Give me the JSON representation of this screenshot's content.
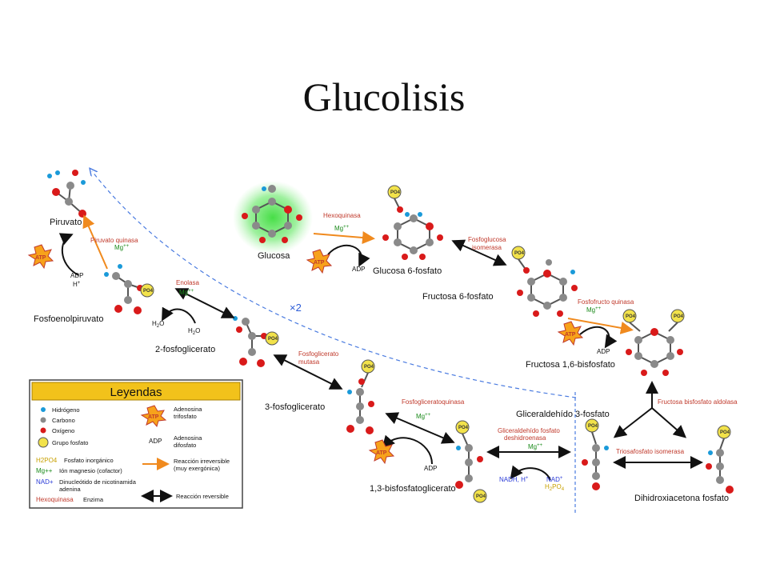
{
  "title": "Glucolisis",
  "compounds": {
    "piruvato": "Piruvato",
    "glucosa": "Glucosa",
    "glucosa6p": "Glucosa 6-fosfato",
    "fructosa6p": "Fructosa 6-fosfato",
    "fructosa16bp": "Fructosa 1,6-bisfosfato",
    "fosfoenolpiruvato": "Fosfoenolpiruvato",
    "fosfoglicerato2": "2-fosfoglicerato",
    "fosfoglicerato3": "3-fosfoglicerato",
    "bisfosfoglicerato13": "1,3-bisfosfatoglicerato",
    "gliceraldehido3p": "Gliceraldehído 3-fosfato",
    "dihidroxiacetona": "Dihidroxiacetona fosfato"
  },
  "enzymes": {
    "hexoquinasa": "Hexoquinasa",
    "fosfoglucosa_1": "Fosfoglucosa",
    "fosfoglucosa_2": "isomerasa",
    "fosfofructo": "Fosfofructo quinasa",
    "aldolasa": "Fructosa bisfosfato aldolasa",
    "triosafosfato": "Triosafosfato isomerasa",
    "gapdh_1": "Gliceraldehído fosfato",
    "gapdh_2": "deshidroenasa",
    "fosfogliceratoquinasa": "Fosfogliceratoquinasa",
    "mutasa_1": "Fosfoglicerato",
    "mutasa_2": "mutasa",
    "enolasa": "Enolasa",
    "piruvato_quinasa": "Piruvato quinasa"
  },
  "cofactors": {
    "mg": "Mg",
    "mg_sup": "++",
    "atp": "ATP",
    "adp": "ADP",
    "h": "H",
    "h_sup": "+",
    "h2o_h": "H",
    "h2o_2": "2",
    "h2o_o": "O",
    "nad": "NAD",
    "nad_sup": "+",
    "nadh": "NADH, H",
    "h2po4_h": "H",
    "h2po4_2": "2",
    "h2po4_po": "PO",
    "h2po4_4": "4",
    "x2": "×2",
    "po4": "PO4"
  },
  "legend": {
    "title": "Leyendas",
    "hidrogeno": "Hidrógeno",
    "carbono": "Carbono",
    "oxigeno": "Oxígeno",
    "grupo_fosfato": "Grupo fosfato",
    "fosfato_inorganico": "Fosfato inorgánico",
    "ion_magnesio": "Ión magnesio (cofactor)",
    "dinucleotido_1": "Dinucleótido de nicotinamida",
    "dinucleotido_2": "adenina",
    "enzima": "Enzima",
    "adenosina_tri_1": "Adenosina",
    "adenosina_tri_2": "trifosfato",
    "adenosina_di_1": "Adenosina",
    "adenosina_di_2": "difosfato",
    "irreversible_1": "Reacción irreversible",
    "irreversible_2": "(muy exergónica)",
    "reversible": "Reacción reversible",
    "sample_h2po4": "H2PO4",
    "sample_mg": "Mg++",
    "sample_nad": "NAD+",
    "sample_hexo": "Hexoquinasa",
    "sample_atp": "ATP",
    "sample_adp": "ADP"
  },
  "colors": {
    "carbon": "#8a8a8a",
    "oxygen": "#d91a1a",
    "hydrogen": "#1a9ad9",
    "phosphate": "#f2e24a",
    "irreversible_arrow": "#f08a1e",
    "reversible_arrow": "#111111",
    "atp_star": "#f7a21b",
    "glow": "#3ddc3d",
    "legend_header": "#f2c21b",
    "dashed": "#4a7be0"
  }
}
